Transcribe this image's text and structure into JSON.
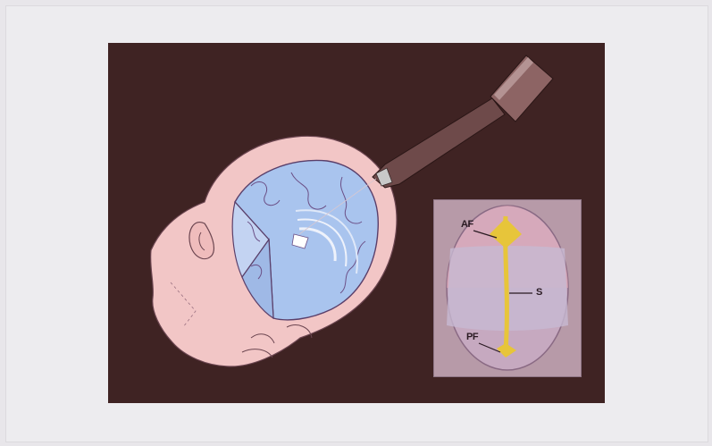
{
  "colors": {
    "page_background": "#e8e6ea",
    "panel_background": "#3f2323",
    "skin": "#f2c6c6",
    "brain": "#a9c4ee",
    "fontanelle": "#e7c53a",
    "inset_background": "#b79aa8"
  },
  "figure": {
    "inset_labels": {
      "af": "AF",
      "s": "S",
      "pf": "PF"
    }
  }
}
